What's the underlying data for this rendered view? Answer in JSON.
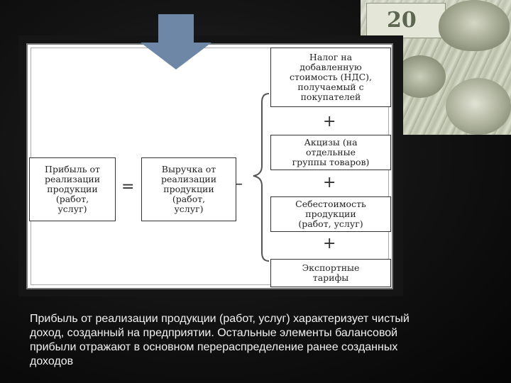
{
  "diagram": {
    "left_box": "Прибыль от\nреализации\nпродукции\n(работ,\nуслуг)",
    "equals_sign": "=",
    "middle_box": "Выручка от\nреализации\nпродукции\n(работ,\nуслуг)",
    "minus_sign": "–",
    "right_boxes": [
      "Налог на\nдобавленную\nстоимость (НДС),\nполучаемый с\nпокупателей",
      "Акцизы (на\nотдельные\nгруппы товаров)",
      "Себестоимость\nпродукции\n(работ, услуг)",
      "Экспортные\nтарифы"
    ],
    "plus_signs": [
      "+",
      "+",
      "+"
    ]
  },
  "caption": "Прибыль от реализации продукции (работ, услуг) характеризует чистый доход, созданный на предприятии. Остальные элементы балансовой прибыли отражают в основном перераспределение ранее созданных доходов",
  "colors": {
    "background": "#000000",
    "arrow": "#6f87a6",
    "caption_text": "#f2f2f2"
  }
}
